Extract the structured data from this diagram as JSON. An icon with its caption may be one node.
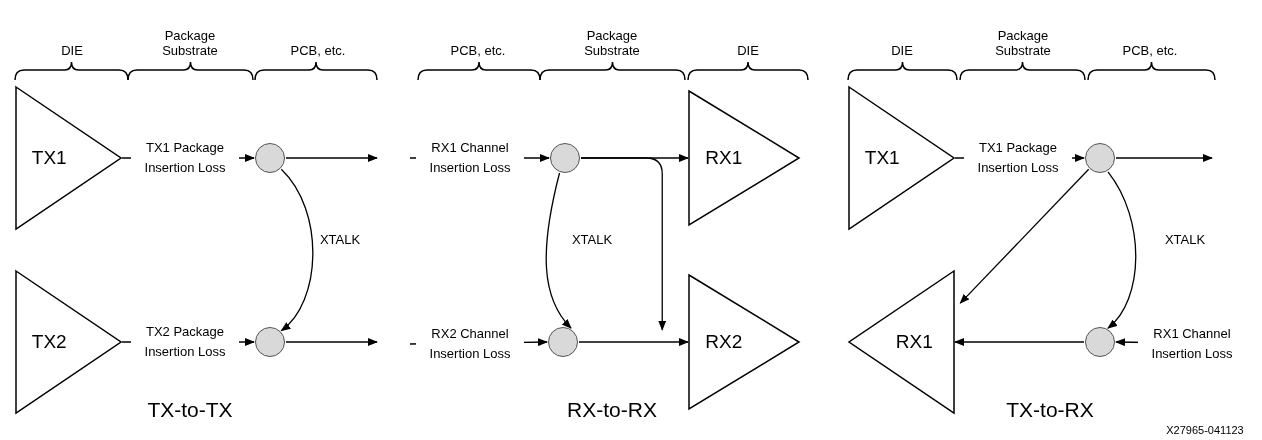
{
  "diagram": {
    "nodes": [
      {
        "text": [
          "TX1"
        ]
      },
      {
        "text": [],
        "shape": "circle"
      },
      {
        "text": [
          "TX2"
        ]
      },
      {
        "text": [],
        "shape": "circle"
      },
      {
        "text": [],
        "shape": "circle"
      },
      {
        "text": [
          "RX1"
        ]
      },
      {
        "text": [],
        "shape": "circle"
      },
      {
        "text": [
          "RX2"
        ]
      },
      {
        "text": [
          "TX1"
        ]
      },
      {
        "text": [],
        "shape": "circle"
      },
      {
        "text": [
          "RX1"
        ]
      },
      {
        "text": [],
        "shape": "circle"
      }
    ],
    "edges": [
      {
        "from": 0,
        "to": 1,
        "arrow": "to",
        "label": "TX1 Package Insertion Loss"
      },
      {
        "from": 1,
        "to": null,
        "arrow": "to"
      },
      {
        "from": 1,
        "to": 3,
        "arrow": "to",
        "label": "XTALK"
      },
      {
        "from": 2,
        "to": 3,
        "arrow": "to",
        "label": "TX2 Package Insertion Loss"
      },
      {
        "from": 3,
        "to": null,
        "arrow": "to"
      },
      {
        "from": null,
        "to": 4,
        "arrow": "to",
        "label": "RX1 Channel Insertion Loss"
      },
      {
        "from": 4,
        "to": 5,
        "arrow": "to"
      },
      {
        "from": 4,
        "to": 6,
        "arrow": "to",
        "label": "XTALK"
      },
      {
        "from": 4,
        "to": 7,
        "arrow": "to"
      },
      {
        "from": null,
        "to": 6,
        "arrow": "to",
        "label": "RX2 Channel Insertion Loss"
      },
      {
        "from": 6,
        "to": 7,
        "arrow": "to"
      },
      {
        "from": 8,
        "to": 9,
        "arrow": "to",
        "label": "TX1 Package Insertion Loss"
      },
      {
        "from": 9,
        "to": null,
        "arrow": "to"
      },
      {
        "from": 9,
        "to": 10,
        "arrow": "to"
      },
      {
        "from": 9,
        "to": 11,
        "arrow": "to",
        "label": "XTALK"
      },
      {
        "from": null,
        "to": 11,
        "arrow": "to",
        "label": "RX1 Channel Insertion Loss"
      },
      {
        "from": 11,
        "to": 10,
        "arrow": "to"
      }
    ],
    "labels": [
      "DIE",
      "Package Substrate",
      "PCB, etc.",
      "PCB, etc.",
      "Package Substrate",
      "DIE",
      "DIE",
      "Package Substrate",
      "PCB, etc.",
      "TX-to-TX",
      "RX-to-RX",
      "TX-to-RX",
      "X27965-041123"
    ]
  }
}
